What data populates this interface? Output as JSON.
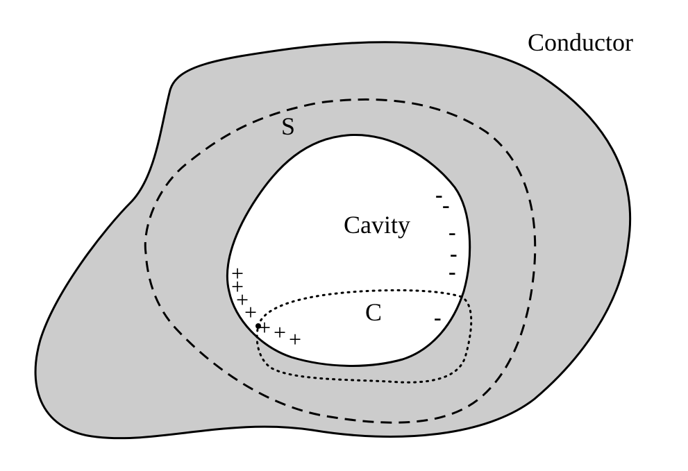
{
  "labels": {
    "conductor": "Conductor",
    "surface": "S",
    "cavity": "Cavity",
    "curve": "C"
  },
  "charges": {
    "positive": "+",
    "negative": "-"
  },
  "colors": {
    "conductor_fill": "#cccccc",
    "cavity_fill": "#ffffff",
    "stroke": "#000000"
  }
}
